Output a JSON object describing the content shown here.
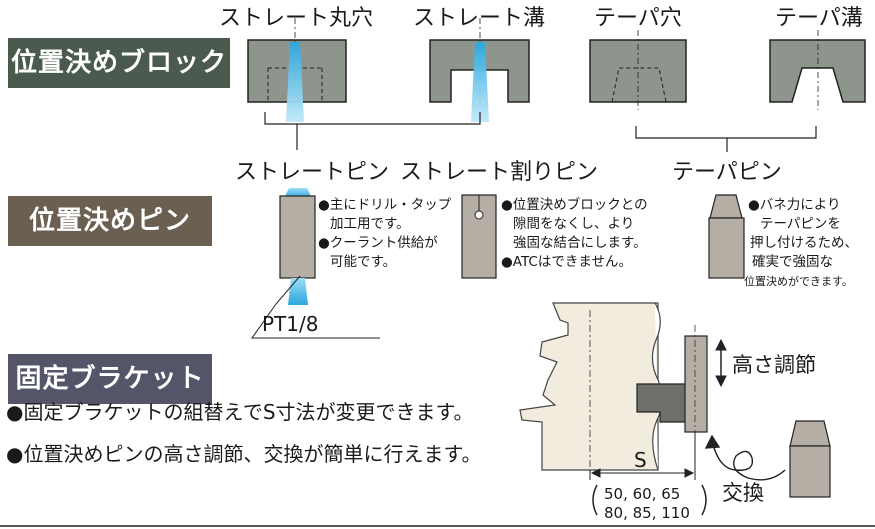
{
  "sections": {
    "block_label": "位置決めブロック",
    "pin_label": "位置決めピン",
    "bracket_label": "固定ブラケット"
  },
  "block_types": {
    "straight_hole": "ストレート丸穴",
    "straight_groove": "ストレート溝",
    "taper_hole": "テーパ穴",
    "taper_groove": "テーパ溝"
  },
  "pin_types": {
    "straight_pin": "ストレートピン",
    "split_pin": "ストレート割りピン",
    "taper_pin": "テーパピン"
  },
  "straight_pin_notes": [
    "●主にドリル・タップ",
    "加工用です。",
    "●クーラント供給が",
    "可能です。"
  ],
  "split_pin_notes": [
    "●位置決めブロックとの",
    "隙間をなくし、より",
    "強固な結合にします。",
    "●ATCはできません。"
  ],
  "taper_pin_notes": [
    "●バネ力により",
    "テーパピンを",
    "押し付けるため、",
    "確実で強固な",
    "位置決めができます。"
  ],
  "port_label": "PT1/8",
  "bracket_bullets": [
    "●固定ブラケットの組替えでS寸法が変更できます。",
    "●位置決めピンの高さ調節、交換が簡単に行えます。"
  ],
  "bracket_labels": {
    "height": "高さ調節",
    "exchange": "交換",
    "s_dim": "S",
    "s_values_1": "50, 60, 65",
    "s_values_2": "80, 85, 110"
  },
  "colors": {
    "block_label_bg": "#4a5a4e",
    "pin_label_bg": "#6b5f52",
    "bracket_label_bg": "#55556a",
    "part_fill": "#8e958d",
    "pin_fill": "#b5aea4",
    "coolant": "#54bde8"
  }
}
